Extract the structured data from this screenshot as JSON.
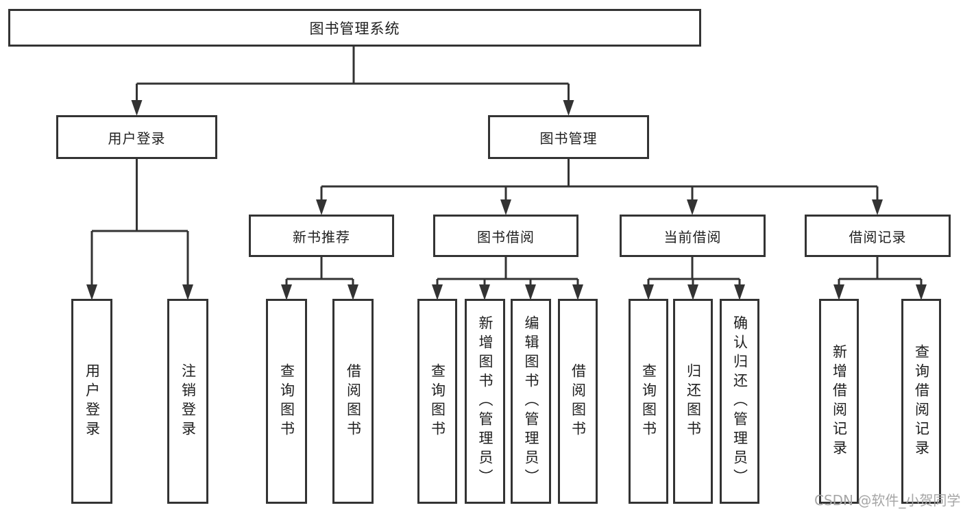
{
  "colors": {
    "line": "#333333",
    "border": "#333333",
    "text": "#1f1f1f",
    "background": "#ffffff",
    "watermark_color": "#a6a6a6"
  },
  "watermark": "CSDN @软件_小贺同学",
  "tree": {
    "label": "图书管理系统",
    "children": [
      {
        "label": "用户登录",
        "children": [
          {
            "label": "用户登录"
          },
          {
            "label": "注销登录"
          }
        ]
      },
      {
        "label": "图书管理",
        "children": [
          {
            "label": "新书推荐",
            "children": [
              {
                "label": "查询图书"
              },
              {
                "label": "借阅图书"
              }
            ]
          },
          {
            "label": "图书借阅",
            "children": [
              {
                "label": "查询图书"
              },
              {
                "label": "新增图书（管理员）"
              },
              {
                "label": "编辑图书（管理员）"
              },
              {
                "label": "借阅图书"
              }
            ]
          },
          {
            "label": "当前借阅",
            "children": [
              {
                "label": "查询图书"
              },
              {
                "label": "归还图书"
              },
              {
                "label": "确认归还（管理员）"
              }
            ]
          },
          {
            "label": "借阅记录",
            "children": [
              {
                "label": "新增借阅记录"
              },
              {
                "label": "查询借阅记录"
              }
            ]
          }
        ]
      }
    ]
  }
}
